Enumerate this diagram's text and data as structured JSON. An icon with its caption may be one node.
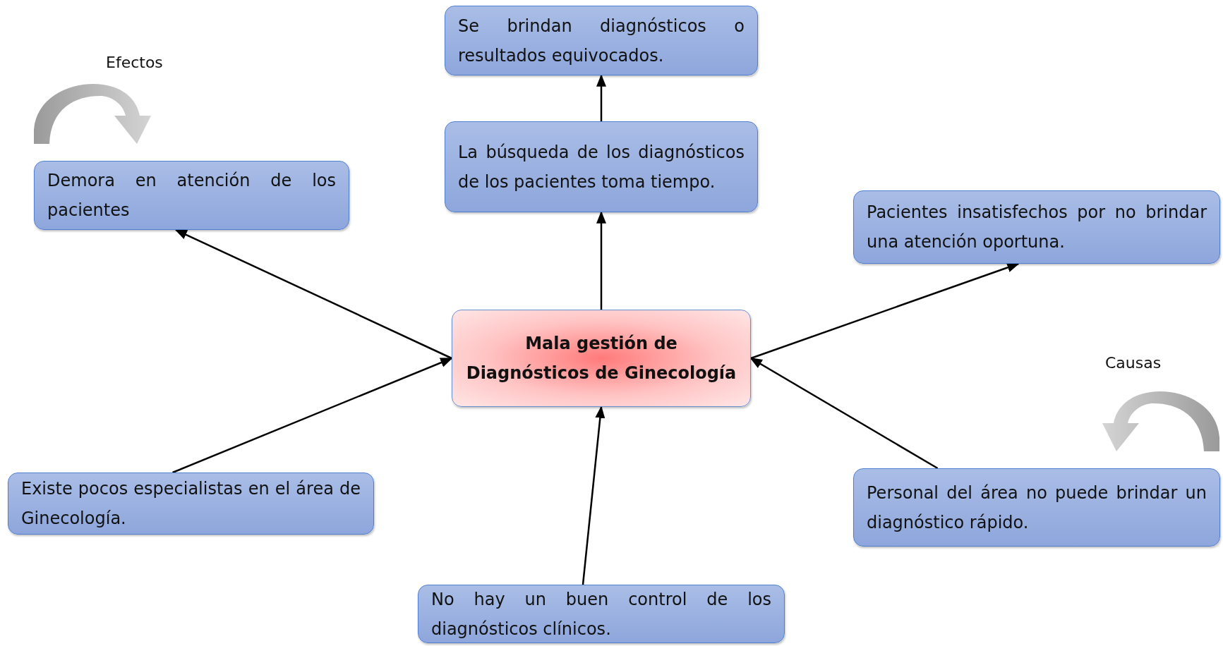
{
  "diagram": {
    "nodes": [
      {
        "text": [
          "Se brindan diagnósticos o resultados equivocados."
        ]
      },
      {
        "text": [
          "La búsqueda de los diagnósticos de los pacientes toma tiempo."
        ]
      },
      {
        "text": [
          "Demora en atención de los pacientes"
        ]
      },
      {
        "text": [
          "Pacientes insatisfechos por no brindar una atención oportuna."
        ]
      },
      {
        "text": [
          "Mala gestión de Diagnósticos de Ginecología"
        ]
      },
      {
        "text": [
          "Existe pocos especialistas en el área de Ginecología."
        ]
      },
      {
        "text": [
          "Personal del área no puede brindar un diagnóstico rápido."
        ]
      },
      {
        "text": [
          "No hay un buen control de los diagnósticos clínicos."
        ]
      }
    ],
    "edges": [
      {
        "from": 4,
        "to": 1,
        "arrow": "to"
      },
      {
        "from": 1,
        "to": 0,
        "arrow": "to"
      },
      {
        "from": 4,
        "to": 2,
        "arrow": "to"
      },
      {
        "from": 4,
        "to": 3,
        "arrow": "to"
      },
      {
        "from": 5,
        "to": 4,
        "arrow": "to"
      },
      {
        "from": 6,
        "to": 4,
        "arrow": "to"
      },
      {
        "from": 7,
        "to": 4,
        "arrow": "to"
      }
    ],
    "labels": [
      "Efectos",
      "Causas"
    ]
  }
}
